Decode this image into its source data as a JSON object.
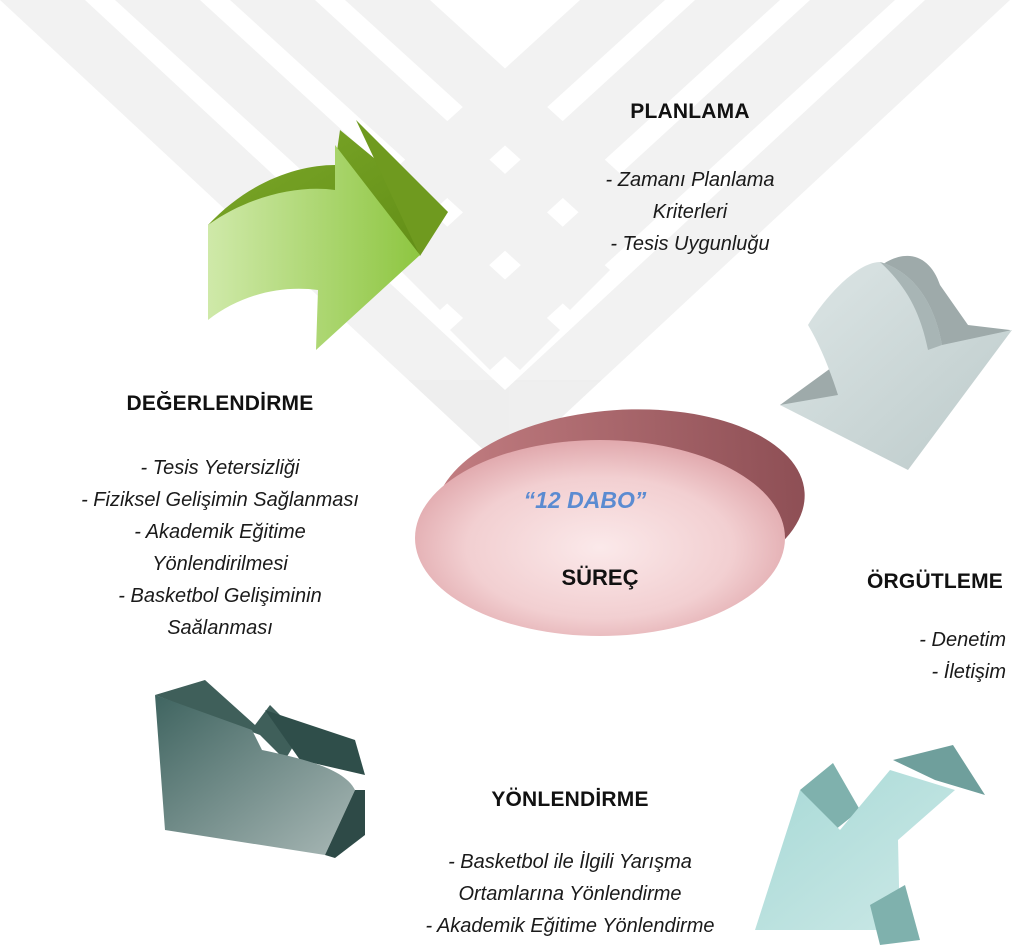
{
  "center": {
    "title": "“12 DABO”",
    "subtitle": "SÜREÇ"
  },
  "planlama": {
    "heading": "PLANLAMA",
    "lines": [
      "- Zamanı Planlama",
      "Kriterleri",
      "- Tesis Uygunluğu"
    ]
  },
  "orgutleme": {
    "heading": "ÖRGÜTLEME",
    "lines": [
      "- Denetim",
      "- İletişim"
    ]
  },
  "yonlendirme": {
    "heading": "YÖNLENDİRME",
    "lines": [
      "- Basketbol ile İlgili Yarışma",
      "Ortamlarına Yönlendirme",
      "- Akademik Eğitime Yönlendirme"
    ]
  },
  "degerlendirme": {
    "heading": "DEĞERLENDİRME",
    "lines": [
      "- Tesis Yetersizliği",
      "- Fiziksel Gelişimin Sağlanması",
      "- Akademik Eğitime",
      "Yönlendirilmesi",
      "- Basketbol Gelişiminin",
      "Saălanması"
    ]
  },
  "colors": {
    "green_arrow": "#8dc63f",
    "grey_arrow": "#b7c4c4",
    "teal_arrow": "#8fc9c7",
    "dark_arrow": "#4a6b66",
    "ellipse_top": "#b86f73",
    "ellipse_face": "#f0c9cb",
    "title_blue": "#5b8bd1",
    "watermark": "#ebebeb"
  },
  "icons": {
    "top_left_arrow": "curved-arrow-right-icon",
    "top_right_arrow": "curved-arrow-down-icon",
    "bottom_right_arrow": "curved-arrow-down-left-icon",
    "bottom_left_arrow": "curved-arrow-up-icon"
  }
}
